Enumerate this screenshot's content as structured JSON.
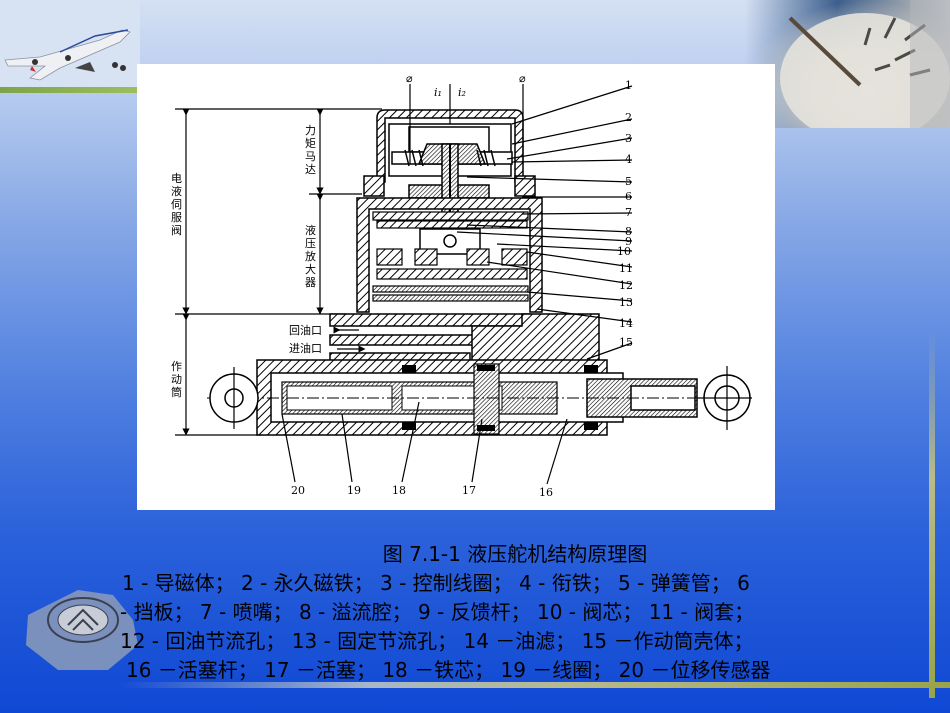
{
  "slide": {
    "background_colors": {
      "top": "#d4e0f3",
      "bottom": "#0f48d4",
      "accent_green": "#9aa34a"
    },
    "decorations": [
      "airplane-photo",
      "sundial-photo",
      "stone-seal-photo"
    ]
  },
  "figure": {
    "section_labels": {
      "servo_valve": "电液伺服阀",
      "torque_motor": "力矩马达",
      "hydraulic_amplifier": "液压放大器",
      "actuator": "作动筒"
    },
    "port_labels": {
      "return": "回油口",
      "supply": "进油口"
    },
    "current_labels": [
      "i₁",
      "i₂"
    ],
    "part_numbers_right": [
      "1",
      "2",
      "3",
      "4",
      "5",
      "6",
      "7",
      "8",
      "9",
      "10",
      "11",
      "12",
      "13",
      "14",
      "15"
    ],
    "part_numbers_bottom": [
      "20",
      "19",
      "18",
      "17",
      "16"
    ]
  },
  "caption": {
    "title": "图 7.1-1   液压舵机结构原理图",
    "lines": [
      "1 - 导磁体； 2 - 永久磁铁； 3 - 控制线圈； 4 - 衔铁； 5 - 弹簧管； 6",
      "- 挡板； 7 - 喷嘴； 8 - 溢流腔； 9 - 反馈杆； 10 - 阀芯； 11 - 阀套；",
      "12 - 回油节流孔； 13 - 固定节流孔；        14 －油滤； 15 －作动筒壳体；",
      "  16 －活塞杆； 17 －活塞； 18 －铁芯； 19 －线圈； 20 －位移传感器"
    ]
  }
}
